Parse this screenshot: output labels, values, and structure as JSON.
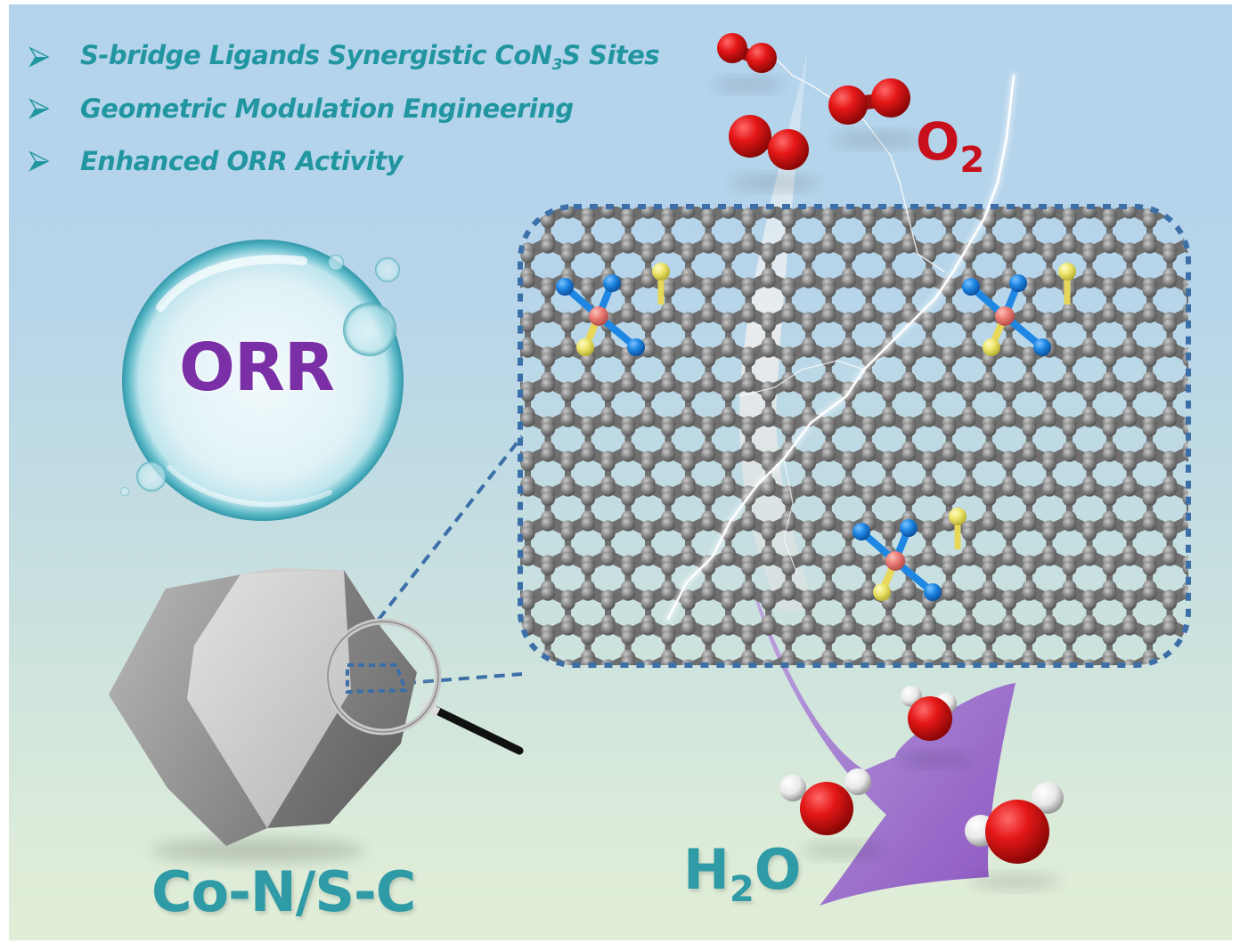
{
  "highlights": [
    {
      "text_before": "S-bridge Ligands Synergistic CoN",
      "subscript": "3",
      "text_after": "S Sites",
      "icon": "arrowhead-bullet-icon"
    },
    {
      "text_before": "Geometric Modulation Engineering",
      "subscript": "",
      "text_after": "",
      "icon": "arrowhead-bullet-icon"
    },
    {
      "text_before": "Enhanced ORR Activity",
      "subscript": "",
      "text_after": "",
      "icon": "arrowhead-bullet-icon"
    }
  ],
  "labels": {
    "reaction": "ORR",
    "catalyst": "Co-N/S-C",
    "reactant_main": "O",
    "reactant_sub": "2",
    "product_main_h": "H",
    "product_sub": "2",
    "product_main_o": "O"
  },
  "structure": {
    "description": "graphene lattice with CoN3S single-atom sites",
    "atoms": {
      "carbon": "#7d7d7d",
      "nitrogen": "#1f86e0",
      "sulfur": "#ece56a",
      "cobalt": "#ea7b74",
      "oxygen": "#e11d1d",
      "hydrogen": "#f2f2f2"
    },
    "active_site_count": 3
  },
  "colors": {
    "highlight_text": "#2196a0",
    "orr_text": "#7a2fa6",
    "o2_text": "#c8101c",
    "label_teal": "#2f9ba6",
    "dotted_frame": "#3c6ea8",
    "arrow_purple": "#9a6cc8"
  }
}
